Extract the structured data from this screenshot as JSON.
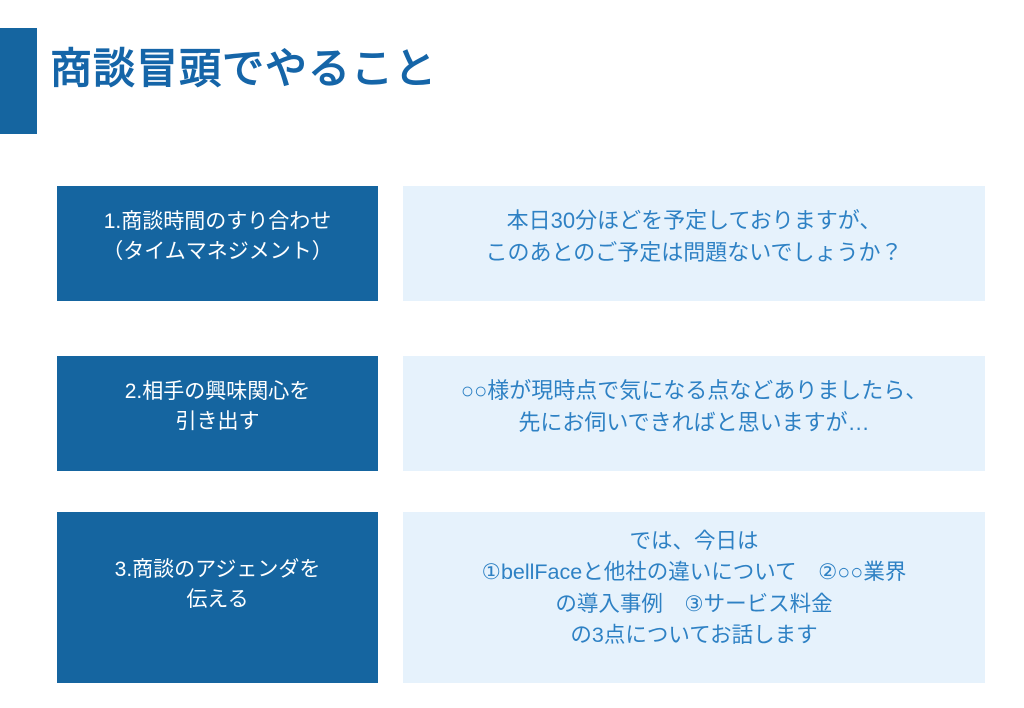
{
  "slide": {
    "title": "商談冒頭でやること",
    "accent_color": "#1565a0",
    "title_color": "#1565a8",
    "label_box_color": "#1565a0",
    "label_text_color": "#ffffff",
    "script_box_color": "#e6f2fc",
    "script_text_color": "#2e81c4",
    "background_color": "#ffffff"
  },
  "rows": [
    {
      "label": "1.商談時間のすり合わせ\n（タイムマネジメント）",
      "script": "本日30分ほどを予定しておりますが、\nこのあとのご予定は問題ないでしょうか？"
    },
    {
      "label": "2.相手の興味関心を\n引き出す",
      "script": "○○様が現時点で気になる点などありましたら、\n先にお伺いできればと思いますが…"
    },
    {
      "label": "3.商談のアジェンダを\n伝える",
      "script": "では、今日は\n①bellFaceと他社の違いについて　②○○業界\nの導入事例　③サービス料金\nの3点についてお話します"
    }
  ]
}
